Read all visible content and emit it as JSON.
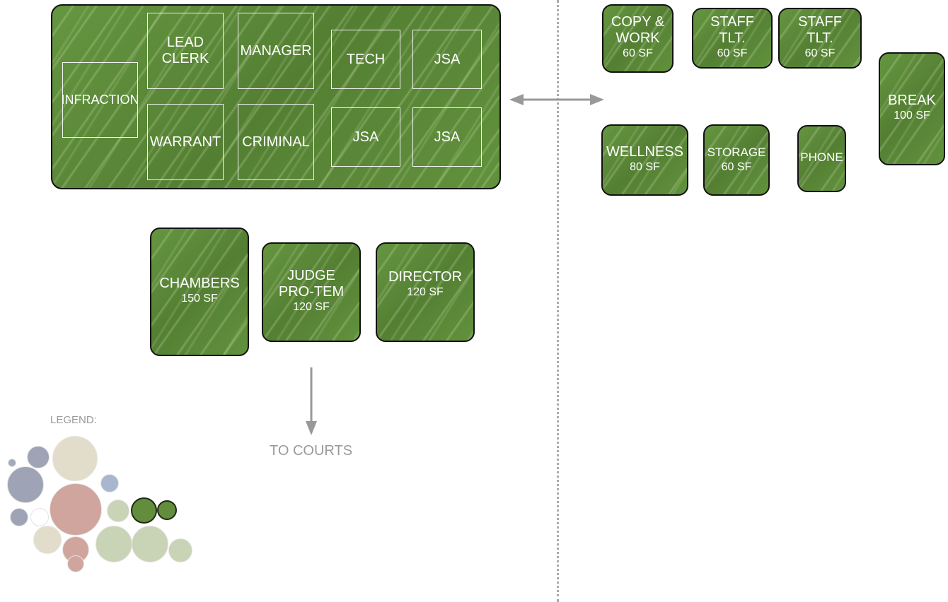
{
  "workstations": [
    {
      "id": "infraction",
      "label": "INFRACTION"
    },
    {
      "id": "lead-clerk",
      "label": "LEAD\nCLERK"
    },
    {
      "id": "manager",
      "label": "MANAGER"
    },
    {
      "id": "tech",
      "label": "TECH"
    },
    {
      "id": "jsa-1",
      "label": "JSA"
    },
    {
      "id": "warrant",
      "label": "WARRANT"
    },
    {
      "id": "criminal",
      "label": "CRIMINAL"
    },
    {
      "id": "jsa-2",
      "label": "JSA"
    },
    {
      "id": "jsa-3",
      "label": "JSA"
    }
  ],
  "rooms": {
    "copy_work": {
      "name": "COPY &\nWORK",
      "area": "60 SF"
    },
    "staff_tlt_1": {
      "name": "STAFF\nTLT.",
      "area": "60 SF"
    },
    "staff_tlt_2": {
      "name": "STAFF\nTLT.",
      "area": "60 SF"
    },
    "break": {
      "name": "BREAK",
      "area": "100 SF"
    },
    "wellness": {
      "name": "WELLNESS",
      "area": "80 SF"
    },
    "storage": {
      "name": "STORAGE",
      "area": "60 SF"
    },
    "phone": {
      "name": "PHONE",
      "area": ""
    },
    "chambers": {
      "name": "CHAMBERS",
      "area": "150 SF"
    },
    "judge_pro_tem": {
      "name": "JUDGE\nPRO-TEM",
      "area": "120 SF"
    },
    "director": {
      "name": "DIRECTOR",
      "area": "120 SF"
    }
  },
  "annotations": {
    "to_courts": "TO COURTS",
    "legend_title": "LEGEND:"
  },
  "colors": {
    "space_fill": "#5b8a37",
    "outline": "#111111",
    "arrow": "#999999",
    "divider": "#aaaaaa"
  }
}
